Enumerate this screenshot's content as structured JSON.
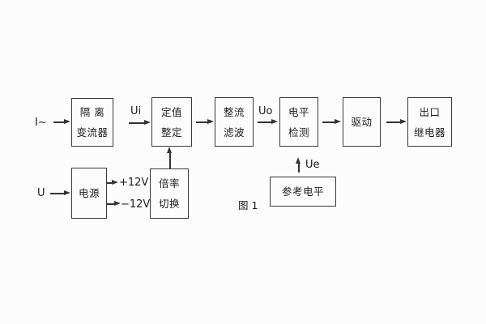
{
  "figure": {
    "caption": "图 1"
  },
  "labels": {
    "input_current": "I~",
    "input_voltage": "U",
    "signal_ui": "Ui",
    "signal_uo": "Uo",
    "signal_ue": "Ue",
    "rail_positive": "+12V",
    "rail_negative": "−12V"
  },
  "blocks": {
    "isolation_transformer": {
      "line1": "隔 离",
      "line2": "变流器"
    },
    "setting_adjustment": {
      "line1": "定值",
      "line2": "整定"
    },
    "rectifier_filter": {
      "line1": "整流",
      "line2": "滤波"
    },
    "level_detection": {
      "line1": "电平",
      "line2": "检测"
    },
    "driver": {
      "line1": "驱动"
    },
    "output_relay": {
      "line1": "出口",
      "line2": "继电器"
    },
    "power_supply": {
      "line1": "电源"
    },
    "ratio_switching": {
      "line1": "倍率",
      "line2": "切换"
    },
    "reference_level": {
      "line1": "参考电平"
    }
  },
  "colors": {
    "line": "#3a3a3a",
    "text": "#1d1d1d",
    "background": "#fcfcfc"
  }
}
